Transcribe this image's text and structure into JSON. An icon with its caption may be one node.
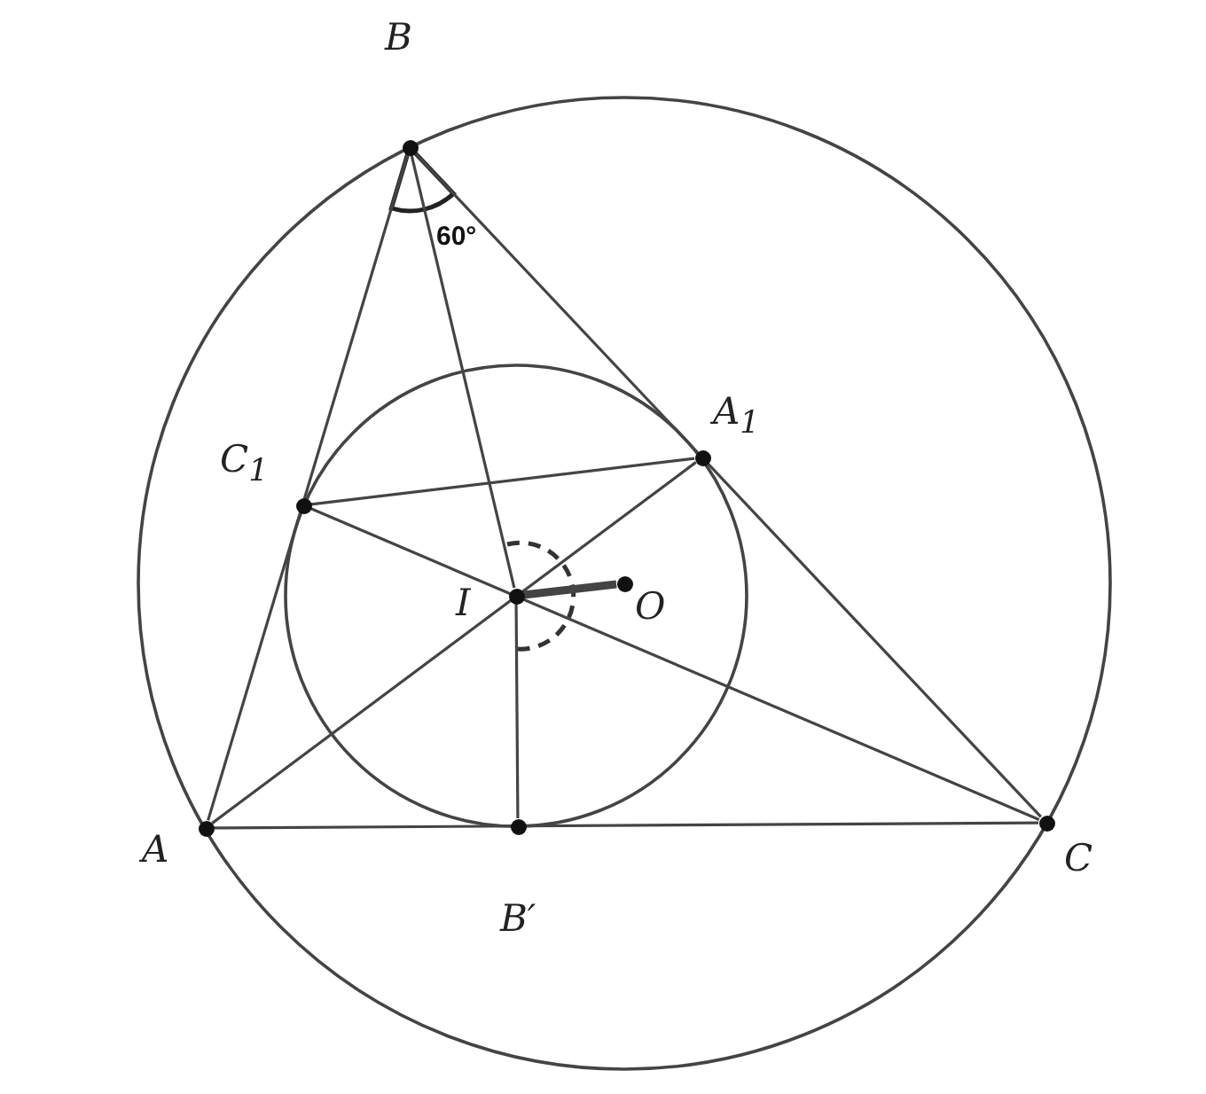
{
  "diagram": {
    "nodes": [
      {
        "text": [],
        "shape": "circle",
        "beside": [
          "B"
        ]
      },
      {
        "text": [],
        "shape": "circle",
        "beside": [
          "A$_{1}$"
        ]
      },
      {
        "text": [],
        "shape": "circle",
        "beside": [
          "C$_{1}$"
        ]
      },
      {
        "text": [],
        "shape": "circle",
        "beside": [
          "I"
        ]
      },
      {
        "text": [],
        "shape": "circle",
        "beside": [
          "O"
        ]
      },
      {
        "text": [],
        "shape": "circle",
        "beside": [
          "A"
        ]
      },
      {
        "text": [],
        "shape": "circle",
        "beside": [
          "B′"
        ]
      },
      {
        "text": [],
        "shape": "circle",
        "beside": [
          "C"
        ]
      }
    ],
    "edges": [
      {
        "from": 5,
        "to": 0,
        "arrow": "none"
      },
      {
        "from": 0,
        "to": 7,
        "arrow": "none"
      },
      {
        "from": 5,
        "to": 7,
        "arrow": "none"
      },
      {
        "from": 0,
        "to": 3,
        "arrow": "none"
      },
      {
        "from": 5,
        "to": 1,
        "arrow": "none"
      },
      {
        "from": 7,
        "to": 2,
        "arrow": "none"
      },
      {
        "from": 3,
        "to": 6,
        "arrow": "none"
      },
      {
        "from": 3,
        "to": 4,
        "arrow": "none",
        "style": "thick"
      },
      {
        "from": 2,
        "to": 1,
        "arrow": "none"
      }
    ],
    "labels": [
      "60°"
    ]
  }
}
